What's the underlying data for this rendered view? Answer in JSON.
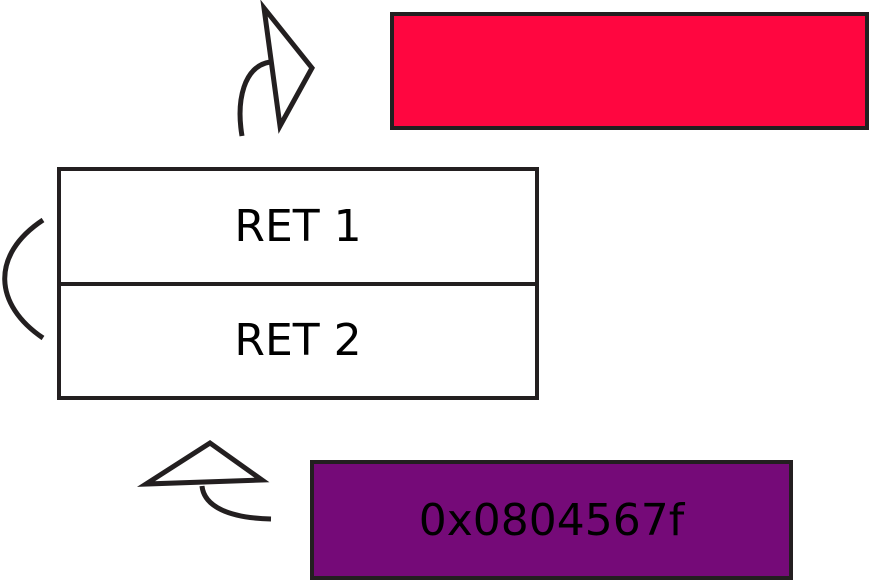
{
  "diagram": {
    "stack": {
      "slots": [
        {
          "label": "RET 1"
        },
        {
          "label": "RET 2"
        }
      ]
    },
    "address_block": {
      "label": "0x0804567f",
      "fill": "#750a78"
    },
    "overwritten_block": {
      "fill": "#ff0640"
    },
    "line_color": "#231f20"
  }
}
